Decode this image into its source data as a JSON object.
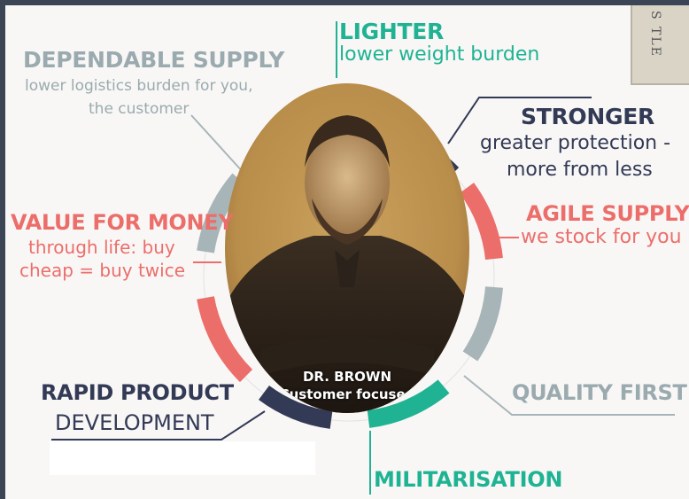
{
  "center": {
    "name": "DR. BROWN",
    "tagline": "Customer focused"
  },
  "corner_tag": "S TLE",
  "segments": {
    "lighter": {
      "title": "LIGHTER",
      "subtitle": "lower weight burden",
      "color": "#1fb393"
    },
    "dependable": {
      "title": "DEPENDABLE SUPPLY",
      "subtitle_lines": [
        "lower logistics burden for you,",
        "the customer"
      ],
      "color": "#9aaaae"
    },
    "stronger": {
      "title": "STRONGER",
      "subtitle_lines": [
        "greater protection -",
        "more from less"
      ],
      "color": "#333a55"
    },
    "agile": {
      "title": "AGILE SUPPLY",
      "subtitle": "we stock for you",
      "color": "#ec6e6a"
    },
    "value": {
      "title": "VALUE FOR MONEY",
      "subtitle_lines": [
        "through life: buy",
        "cheap = buy twice"
      ],
      "color": "#ec6e6a"
    },
    "quality": {
      "title": "QUALITY FIRST",
      "color": "#9aaaae"
    },
    "rapid": {
      "title": "RAPID PRODUCT",
      "subtitle": "DEVELOPMENT",
      "color": "#333a55"
    },
    "militarisation": {
      "title": "MILITARISATION",
      "color": "#1fb393"
    }
  }
}
